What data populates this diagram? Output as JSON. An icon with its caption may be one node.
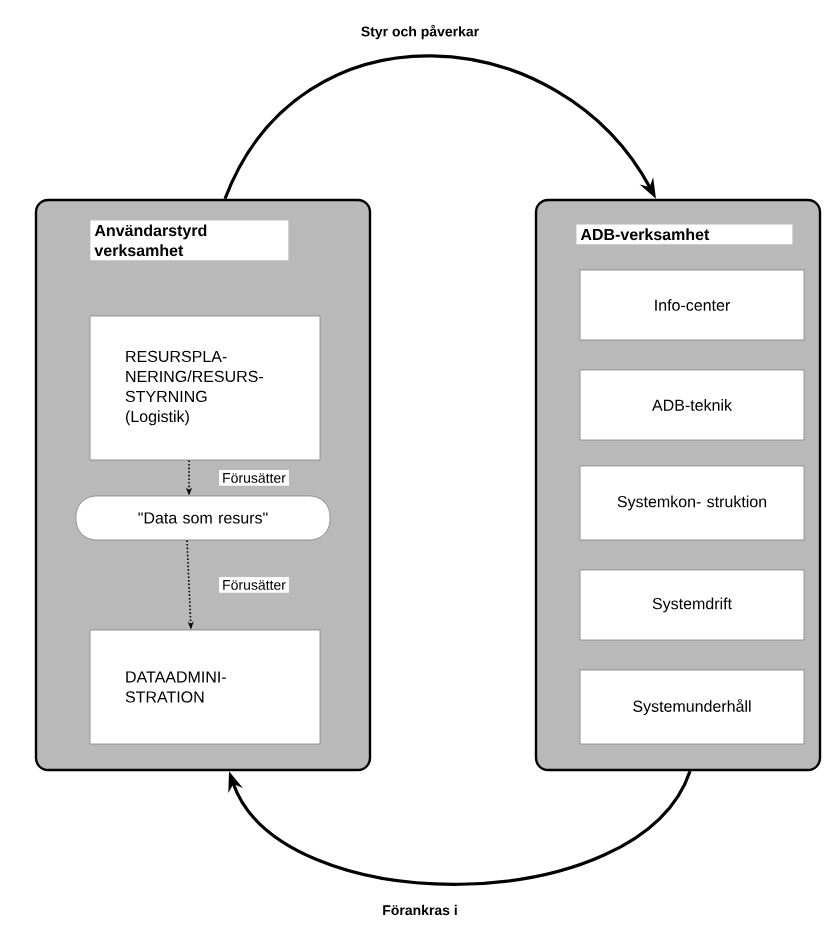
{
  "diagram": {
    "nodes": [
      {
        "text": [
          "Användarstyrd verksamhet"
        ]
      },
      {
        "text": [
          "RESURSPLA- NERING/RESURS- STYRNING",
          "(Logistik)"
        ],
        "in": 0
      },
      {
        "text": [
          "\"Data som resurs\""
        ],
        "in": 0
      },
      {
        "text": [
          "DATAADMINI- STRATION"
        ],
        "in": 0
      },
      {
        "text": [
          "ADB-verksamhet"
        ]
      },
      {
        "text": [
          "Info-center"
        ],
        "in": 4
      },
      {
        "text": [
          "ADB-teknik"
        ],
        "in": 4
      },
      {
        "text": [
          "Systemkon- struktion"
        ],
        "in": 4
      },
      {
        "text": [
          "Systemdrift"
        ],
        "in": 4
      },
      {
        "text": [
          "Systemunderhåll"
        ],
        "in": 4
      }
    ],
    "edges": [
      {
        "from": 0,
        "to": 4,
        "arrow": "to",
        "label": "Styr och påverkar"
      },
      {
        "from": 1,
        "to": 2,
        "arrow": "to",
        "label": "Förusätter",
        "style": "dashed"
      },
      {
        "from": 2,
        "to": 3,
        "arrow": "to",
        "label": "Förusätter",
        "style": "dashed"
      },
      {
        "from": 4,
        "to": 0,
        "arrow": "to",
        "label": "Förankras i"
      }
    ]
  }
}
